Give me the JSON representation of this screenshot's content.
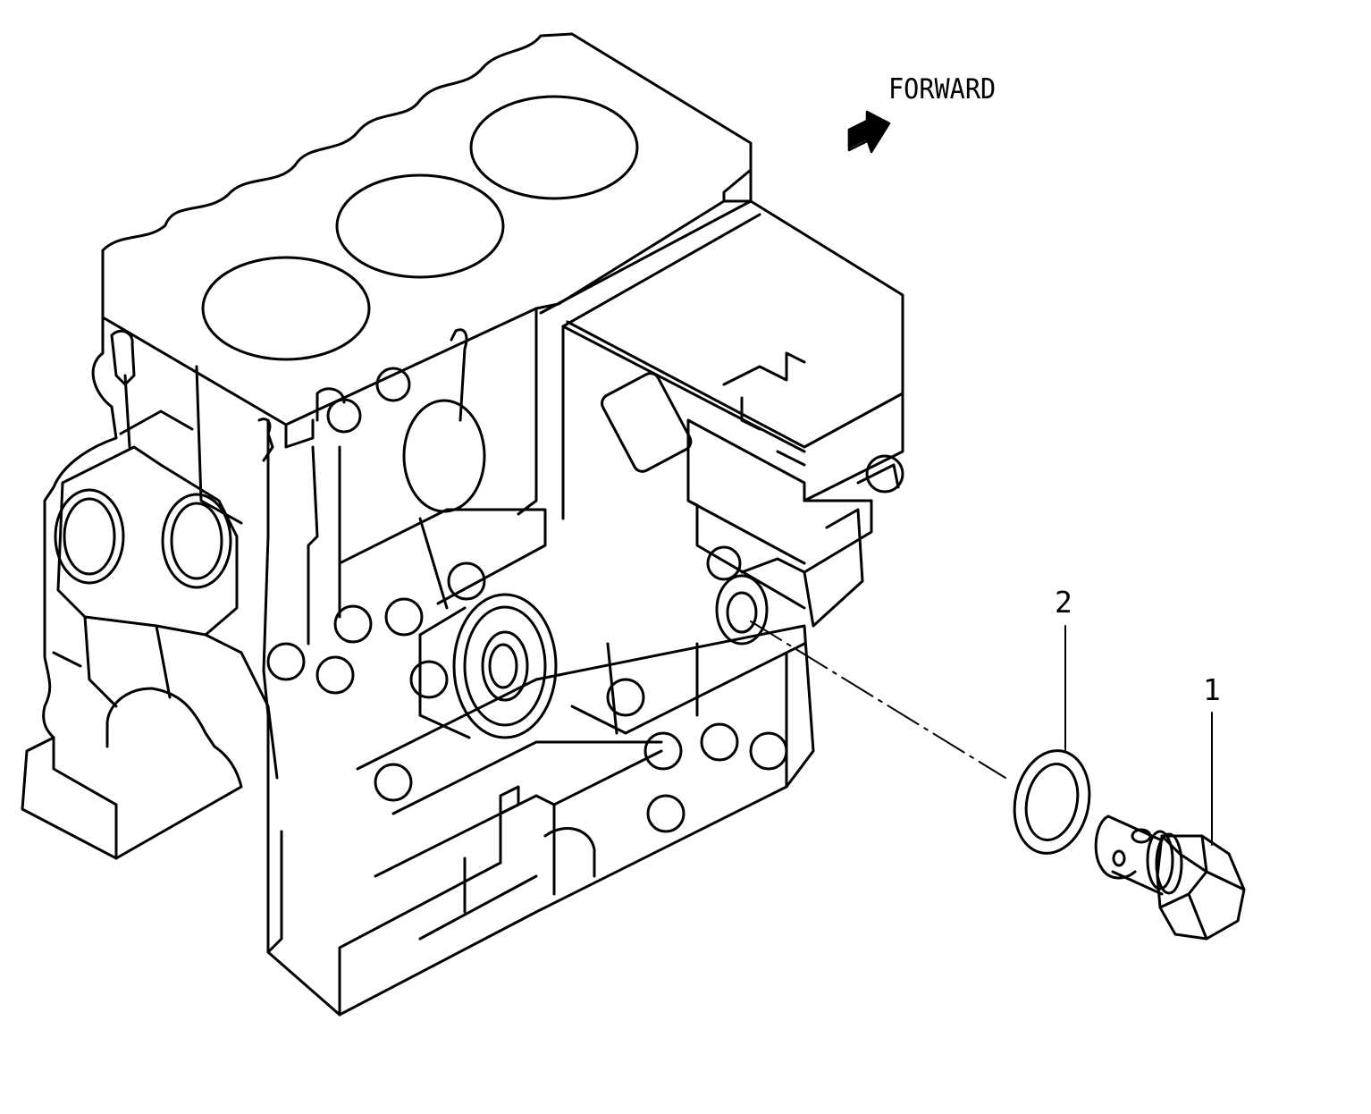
{
  "direction": {
    "label": "FORWARD",
    "icon": "forward-arrow-icon"
  },
  "callouts": [
    {
      "number": "1",
      "part": "drain-plug"
    },
    {
      "number": "2",
      "part": "gasket-washer"
    }
  ],
  "colors": {
    "line": "#000000",
    "background": "#ffffff"
  }
}
